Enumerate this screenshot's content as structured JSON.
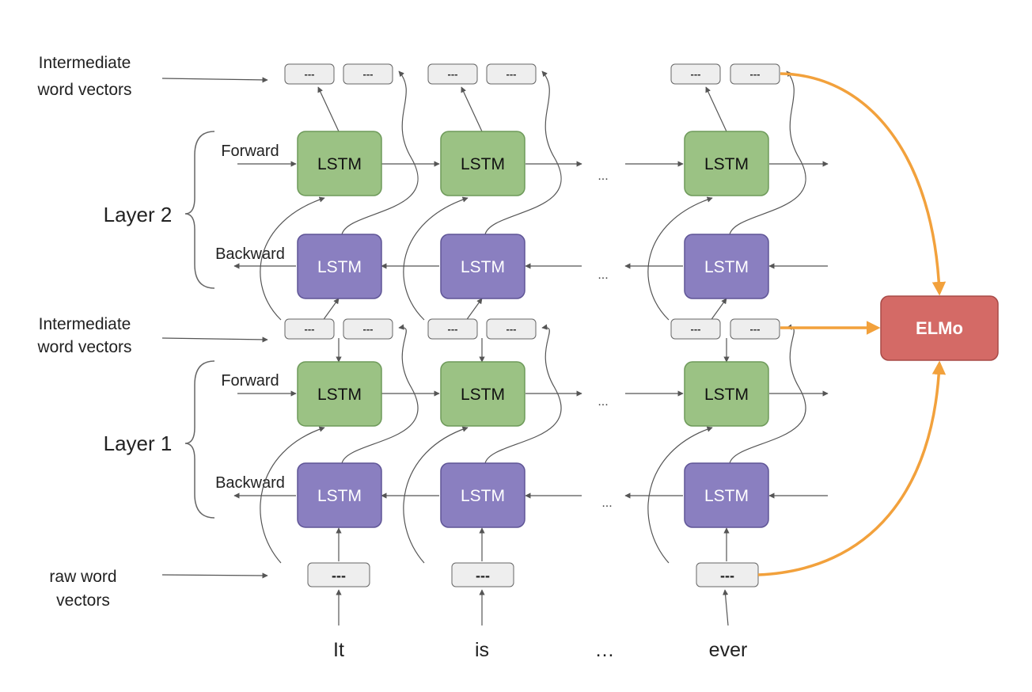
{
  "labels": {
    "intermediate_top": [
      "Intermediate",
      "word vectors"
    ],
    "intermediate_mid": [
      "Intermediate",
      "word vectors"
    ],
    "raw": [
      "raw word",
      "vectors"
    ],
    "forward": "Forward",
    "backward": "Backward",
    "layer2": "Layer 2",
    "layer1": "Layer 1",
    "lstm": "LSTM",
    "slot": "---",
    "raw_slot": "---",
    "ellipsis": "...",
    "elmo": "ELMo"
  },
  "words": [
    "It",
    "is",
    "…",
    "ever"
  ],
  "colors": {
    "forward_lstm": "#9bc284",
    "forward_lstm_border": "#6e9a5a",
    "backward_lstm": "#8a7fc0",
    "backward_lstm_border": "#5f5596",
    "slot_fill": "#eeeeee",
    "slot_border": "#666666",
    "elmo_fill": "#d46a66",
    "elmo_border": "#a84a47",
    "orange_arrow": "#f2a13c",
    "arrow": "#555555"
  }
}
